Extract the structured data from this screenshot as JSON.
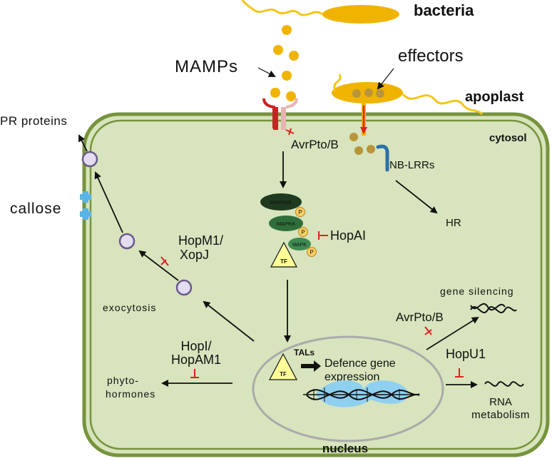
{
  "labels": {
    "bacteria": "bacteria",
    "mamps": "MAMPs",
    "effectors": "effectors",
    "apoplast": "apoplast",
    "cytosol": "cytosol",
    "pr_proteins": "PR proteins",
    "callose": "callose",
    "avrpto_b_top": "AvrPto/B",
    "nb_lrrs": "NB-LRRs",
    "mapkkk": "MAPKKK",
    "mapkk": "MAPKK",
    "mapk": "MAPK",
    "p": "P",
    "tf": "TF",
    "hopai": "HopAI",
    "hr": "HR",
    "hopm1_line1": "HopM1/",
    "hopm1_line2": "XopJ",
    "exocytosis": "exocytosis",
    "gene_silencing": "gene silencing",
    "avrpto_b_bottom": "AvrPto/B",
    "hopu1": "HopU1",
    "rna_line1": "RNA",
    "rna_line2": "metabolism",
    "hopi_line1": "HopI/",
    "hopi_line2": "HopAM1",
    "phyto_line1": "phyto-",
    "phyto_line2": "hormones",
    "tals": "TALs",
    "defence_line1": "Defence gene",
    "defence_line2": "expression",
    "nucleus": "nucleus"
  },
  "colors": {
    "cell_fill": "#d7e4bd",
    "cell_wall": "#77933c",
    "bacteria_yellow": "#f0b400",
    "flagella_yellow": "#f5c518",
    "effector_brown": "#b8953a",
    "receptor_red": "#cc2222",
    "receptor_pink": "#e8b4b0",
    "nblrr_blue": "#2e6fa8",
    "inhibit_red": "#dd2222",
    "mapkkk_fill": "#1f3a1f",
    "mapkk_fill": "#2f6e3a",
    "mapk_fill": "#3f8a52",
    "p_fill": "#f8d060",
    "tf_fill": "#ffff99",
    "vesicle_fill": "#e4dcf0",
    "vesicle_stroke": "#6a5a8a",
    "callose_blue": "#5ab4e6",
    "dna_blue": "#8fd0f0",
    "nucleus_stroke": "#aaaaaa"
  },
  "icons": [
    "bacterium-icon",
    "mamp-dot-icon",
    "receptor-icon",
    "nb-lrr-icon",
    "vesicle-icon",
    "callose-icon",
    "dna-helix-icon",
    "wavy-rna-icon",
    "inhibition-bar-icon"
  ]
}
